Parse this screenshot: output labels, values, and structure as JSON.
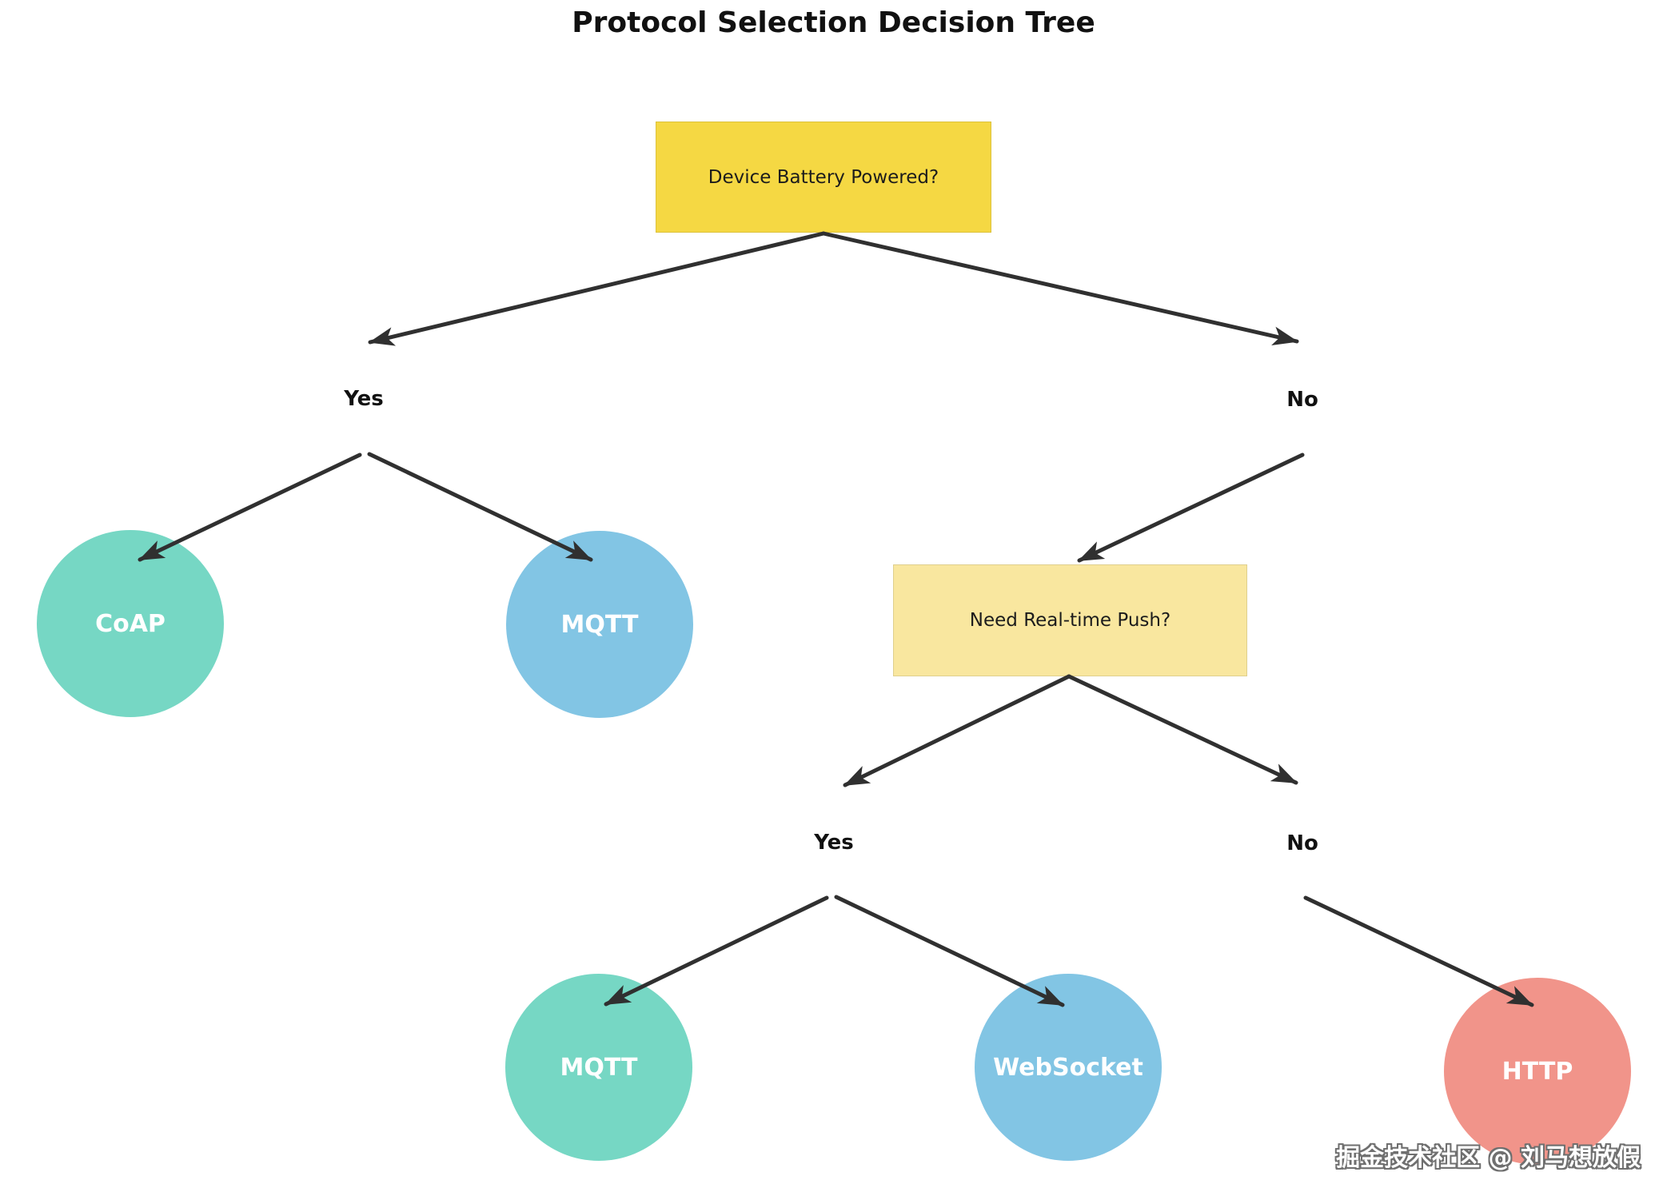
{
  "title": "Protocol Selection Decision Tree",
  "watermark": "掘金技术社区 @ 刘马想放假",
  "colors": {
    "decision_primary_fill": "#F5D843",
    "decision_secondary_fill": "#F9E79F",
    "teal_leaf_fill": "#76D7C4",
    "blue_leaf_fill": "#82C5E4",
    "red_leaf_fill": "#F1948A",
    "arrow": "#303030",
    "leaf_text": "#FFFFFF",
    "background": "#FFFFFF"
  },
  "nodes": {
    "root": {
      "label": "Device Battery Powered?",
      "fill": "#F5D843"
    },
    "realtime": {
      "label": "Need Real-time Push?",
      "fill": "#F9E79F"
    },
    "coap": {
      "label": "CoAP",
      "fill": "#76D7C4"
    },
    "mqtt_battery": {
      "label": "MQTT",
      "fill": "#82C5E4"
    },
    "mqtt_push": {
      "label": "MQTT",
      "fill": "#76D7C4"
    },
    "websocket": {
      "label": "WebSocket",
      "fill": "#82C5E4"
    },
    "http": {
      "label": "HTTP",
      "fill": "#F1948A"
    }
  },
  "edge_labels": {
    "root_yes": "Yes",
    "root_no": "No",
    "realtime_yes": "Yes",
    "realtime_no": "No"
  }
}
